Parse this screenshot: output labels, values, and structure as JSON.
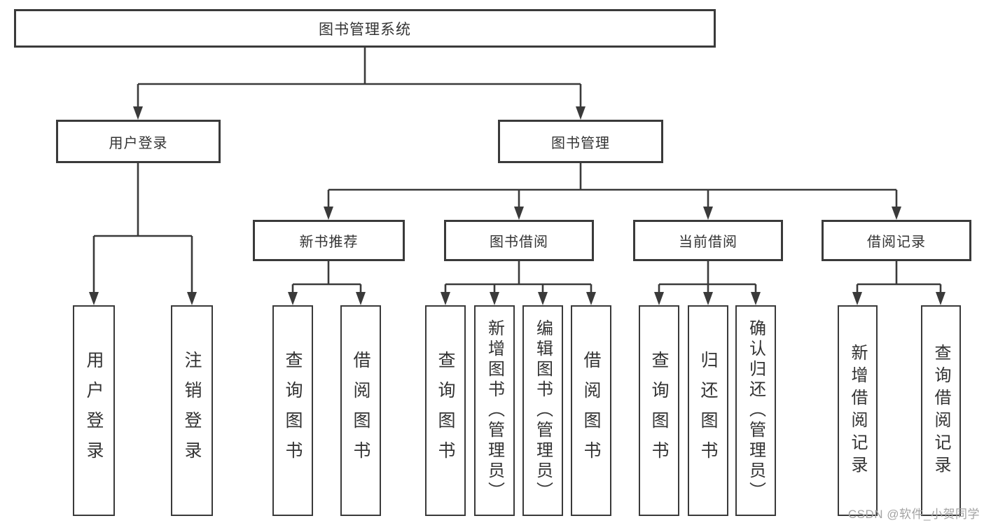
{
  "diagram": {
    "root": {
      "label": "图书管理系统"
    },
    "branches": [
      {
        "label": "用户登录",
        "children": [
          {
            "label": "用户登录"
          },
          {
            "label": "注销登录"
          }
        ]
      },
      {
        "label": "图书管理",
        "children": [
          {
            "label": "新书推荐",
            "children": [
              {
                "label": "查询图书"
              },
              {
                "label": "借阅图书"
              }
            ]
          },
          {
            "label": "图书借阅",
            "children": [
              {
                "label": "查询图书"
              },
              {
                "label": "新增图书（管理员）"
              },
              {
                "label": "编辑图书（管理员）"
              },
              {
                "label": "借阅图书"
              }
            ]
          },
          {
            "label": "当前借阅",
            "children": [
              {
                "label": "查询图书"
              },
              {
                "label": "归还图书"
              },
              {
                "label": "确认归还（管理员）"
              }
            ]
          },
          {
            "label": "借阅记录",
            "children": [
              {
                "label": "新增借阅记录"
              },
              {
                "label": "查询借阅记录"
              }
            ]
          }
        ]
      }
    ]
  },
  "watermark": {
    "text": "CSDN @软件_小贺同学"
  },
  "colors": {
    "line": "#3a3a3a",
    "box_border": "#3a3a3a",
    "text": "#333333",
    "watermark": "#a3a3a3",
    "background": "#ffffff"
  }
}
